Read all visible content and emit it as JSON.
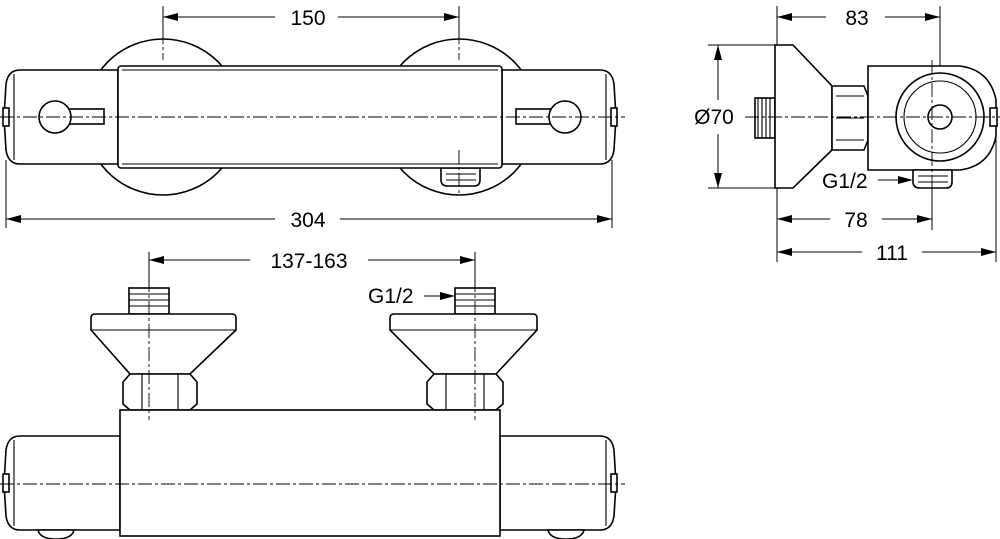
{
  "dimensions": {
    "top_center_distance": "150",
    "overall_length": "304",
    "side_depth_top": "83",
    "side_diameter": "Ø70",
    "side_thread": "G1/2",
    "side_outlet_depth": "78",
    "side_total_depth": "111",
    "bottom_center_distance": "137-163",
    "bottom_thread": "G1/2"
  },
  "colors": {
    "line": "#000000",
    "background": "#ffffff"
  }
}
